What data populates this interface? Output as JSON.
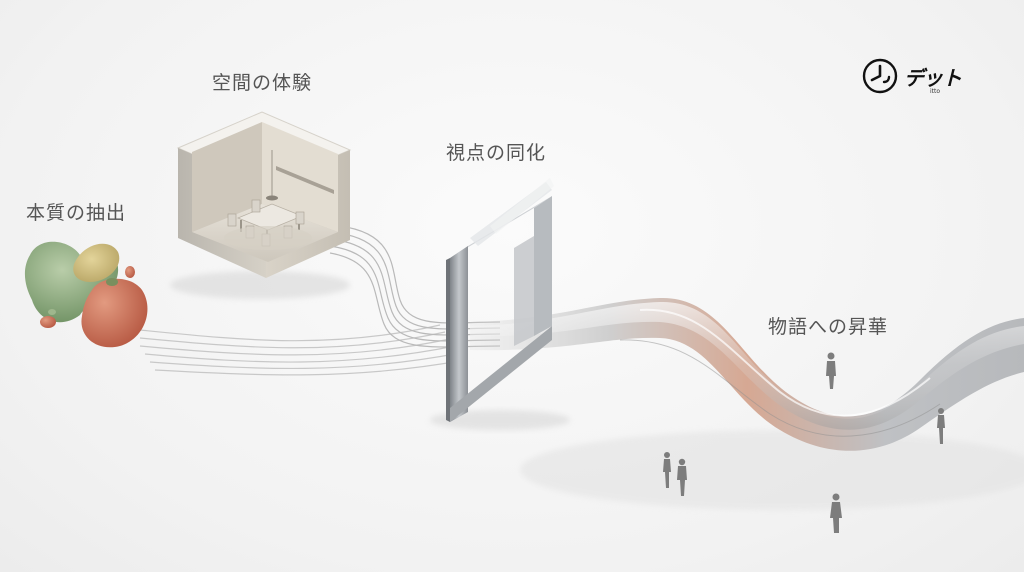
{
  "labels": {
    "stage_1": "本質の抽出",
    "stage_2": "空間の体験",
    "stage_3": "視点の同化",
    "stage_4": "物語への昇華"
  },
  "logo": {
    "brand_text": "デット",
    "sub_text": "itto"
  },
  "colors": {
    "label_text": "#555555",
    "ribbon_silver": "#c9c9c9",
    "ribbon_copper": "#d9a48a",
    "frame_metal": "#9a9ea3",
    "blob_green": "#8fae7e",
    "blob_terracotta": "#c46a52",
    "figure_gray": "#7d7d7d"
  },
  "icons": {
    "logo_mark": "smile-clock-icon"
  }
}
